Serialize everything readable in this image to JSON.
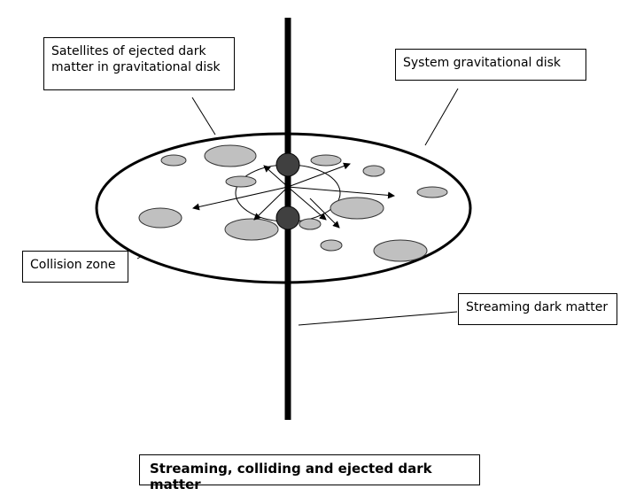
{
  "labels": {
    "satellites": "Satellites of ejected dark matter in gravitational disk",
    "system_disk": "System gravitational disk",
    "collision_zone": "Collision zone",
    "streaming": "Streaming dark matter"
  },
  "caption": "Streaming, colliding and ejected dark matter",
  "colors": {
    "stroke": "#000000",
    "satellite_fill": "#c0c0c0",
    "core_fill": "#404040",
    "background": "#ffffff"
  }
}
